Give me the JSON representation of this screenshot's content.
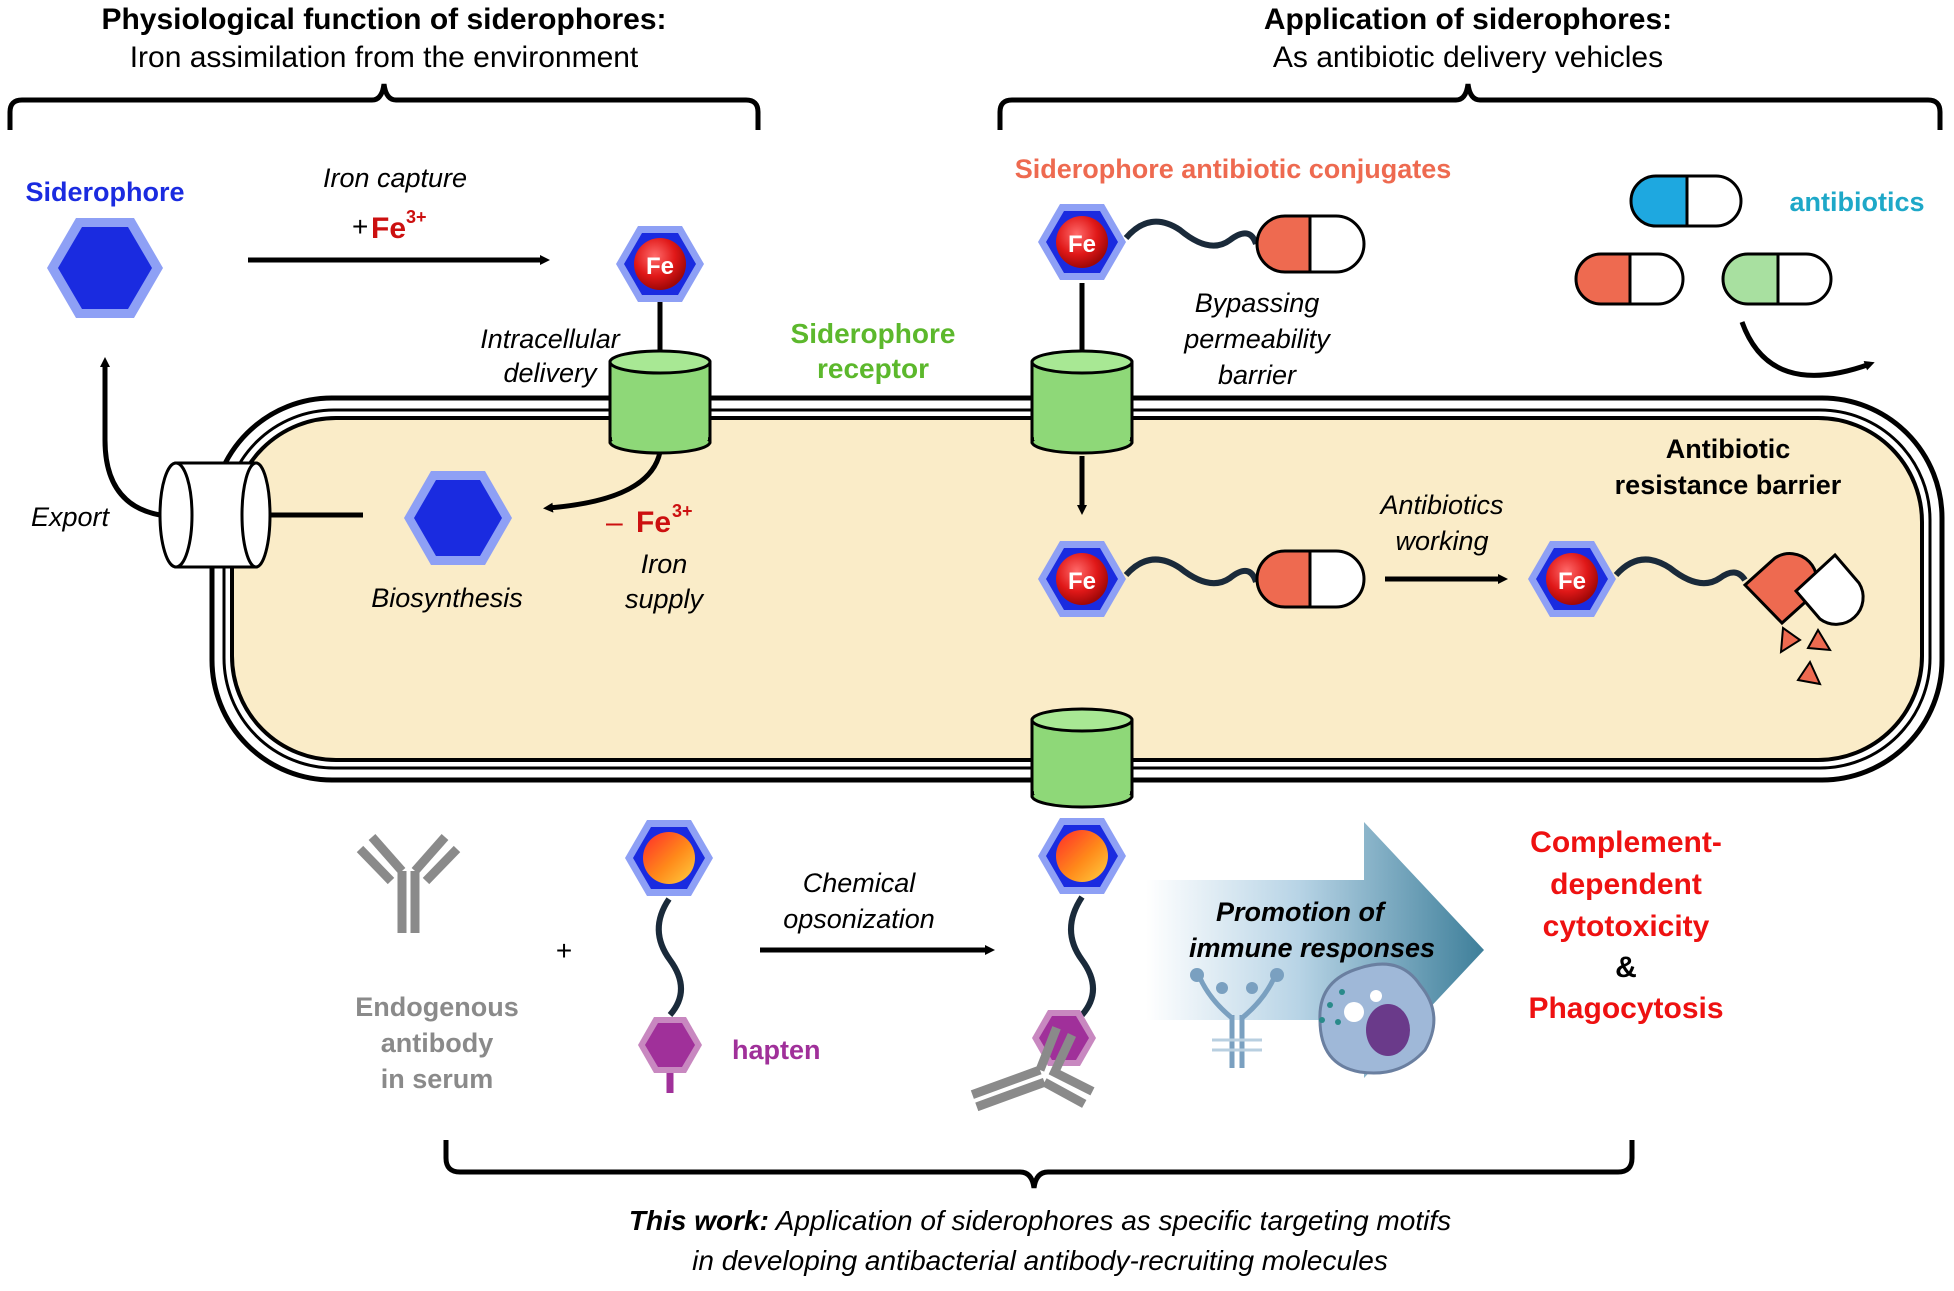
{
  "headers": {
    "left_title": "Physiological function of siderophores:",
    "left_subtitle": "Iron assimilation from the environment",
    "right_title": "Application of siderophores:",
    "right_subtitle": "As antibiotic delivery vehicles"
  },
  "left": {
    "siderophore_label": "Siderophore",
    "iron_capture": "Iron capture",
    "plus": "+",
    "fe_gain": "Fe",
    "fe_charge": "3+",
    "fe_symbol": "Fe",
    "intracellular_1": "Intracellular",
    "intracellular_2": "delivery",
    "export": "Export",
    "biosynthesis": "Biosynthesis",
    "minus": "–",
    "fe_loss": "Fe",
    "fe_loss_charge": "3+",
    "iron_supply_1": "Iron",
    "iron_supply_2": "supply"
  },
  "receptor_label": [
    "Siderophore",
    "receptor"
  ],
  "right": {
    "conjugates_label": "Siderophore antibiotic conjugates",
    "antibiotics_label": "antibiotics",
    "bypass": [
      "Bypassing",
      "permeability",
      "barrier"
    ],
    "resistance": [
      "Antibiotic",
      "resistance barrier"
    ],
    "working": [
      "Antibiotics",
      "working"
    ],
    "fe_symbol": "Fe"
  },
  "bottom": {
    "antibody": [
      "Endogenous",
      "antibody",
      "in serum"
    ],
    "plus": "+",
    "hapten": "hapten",
    "opsonization": [
      "Chemical",
      "opsonization"
    ],
    "immune": [
      "Promotion of",
      "immune responses"
    ],
    "outcome": [
      "Complement-",
      "dependent",
      "cytotoxicity",
      "&",
      "Phagocytosis"
    ],
    "this_work_bold": "This work:",
    "this_work_rest": " Application of siderophores as specific targeting motifs",
    "this_work_line2": "in developing antibacterial antibody-recruiting molecules"
  },
  "colors": {
    "siderophore_blue": "#1a2be0",
    "iron_red": "#cc1010",
    "conjugate_orange": "#ee6a50",
    "antibiotic_cyan": "#1ea8c8",
    "receptor_green": "#8ed878",
    "hapten_purple": "#a0309a",
    "antibody_gray": "#888888",
    "cell_fill": "#faecc8",
    "outcome_red": "#ee1111"
  }
}
